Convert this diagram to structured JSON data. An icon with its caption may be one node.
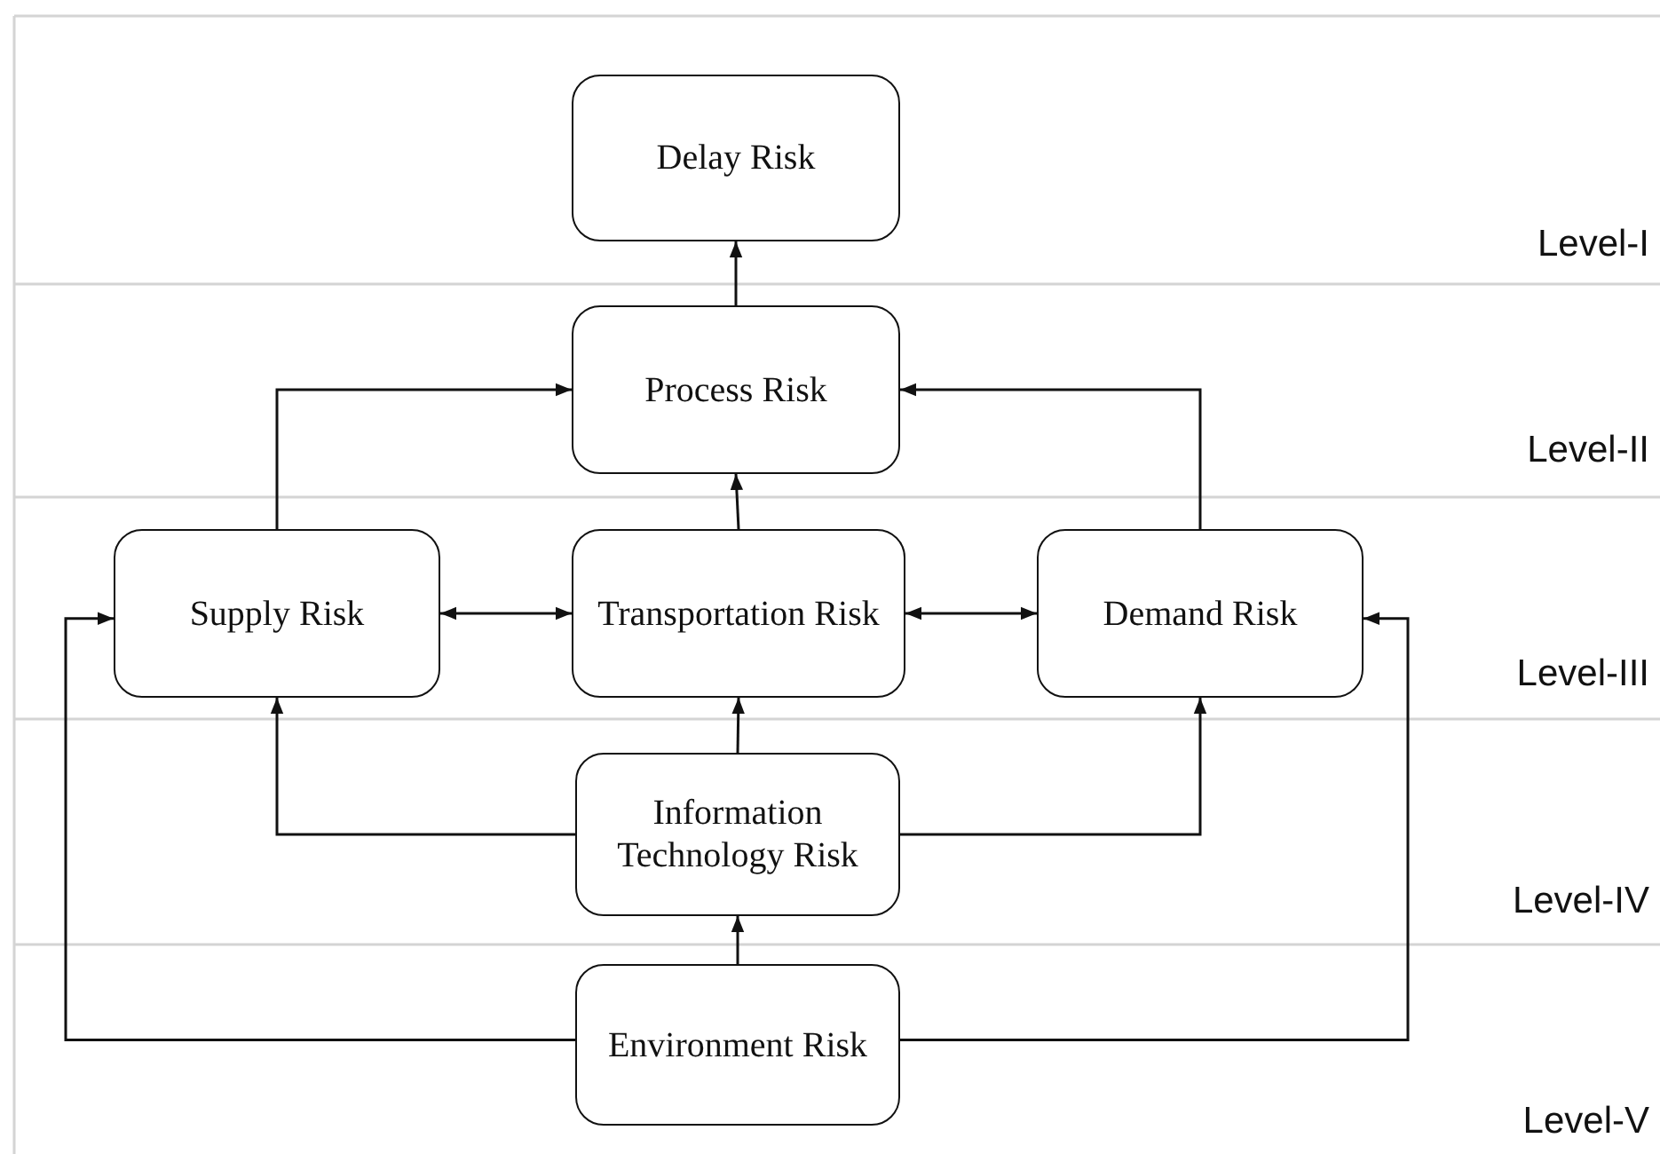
{
  "diagram": {
    "nodes": [
      {
        "text": [
          "Delay Risk"
        ]
      },
      {
        "text": [
          "Process Risk"
        ]
      },
      {
        "text": [
          "Supply Risk"
        ]
      },
      {
        "text": [
          "Transportation Risk"
        ]
      },
      {
        "text": [
          "Demand Risk"
        ]
      },
      {
        "text": [
          "Information Technology Risk"
        ]
      },
      {
        "text": [
          "Environment Risk"
        ]
      }
    ],
    "edges": [
      {
        "from": 1,
        "to": 0,
        "arrow": "to"
      },
      {
        "from": 2,
        "to": 1,
        "arrow": "to"
      },
      {
        "from": 3,
        "to": 1,
        "arrow": "to"
      },
      {
        "from": 4,
        "to": 1,
        "arrow": "to"
      },
      {
        "from": 2,
        "to": 3,
        "arrow": "both"
      },
      {
        "from": 3,
        "to": 4,
        "arrow": "both"
      },
      {
        "from": 5,
        "to": 2,
        "arrow": "to"
      },
      {
        "from": 5,
        "to": 3,
        "arrow": "to"
      },
      {
        "from": 5,
        "to": 4,
        "arrow": "to"
      },
      {
        "from": 6,
        "to": 2,
        "arrow": "to"
      },
      {
        "from": 6,
        "to": 5,
        "arrow": "to"
      },
      {
        "from": 6,
        "to": 4,
        "arrow": "to"
      }
    ],
    "labels": [
      "Level-I",
      "Level-II",
      "Level-III",
      "Level-IV",
      "Level-V"
    ]
  }
}
